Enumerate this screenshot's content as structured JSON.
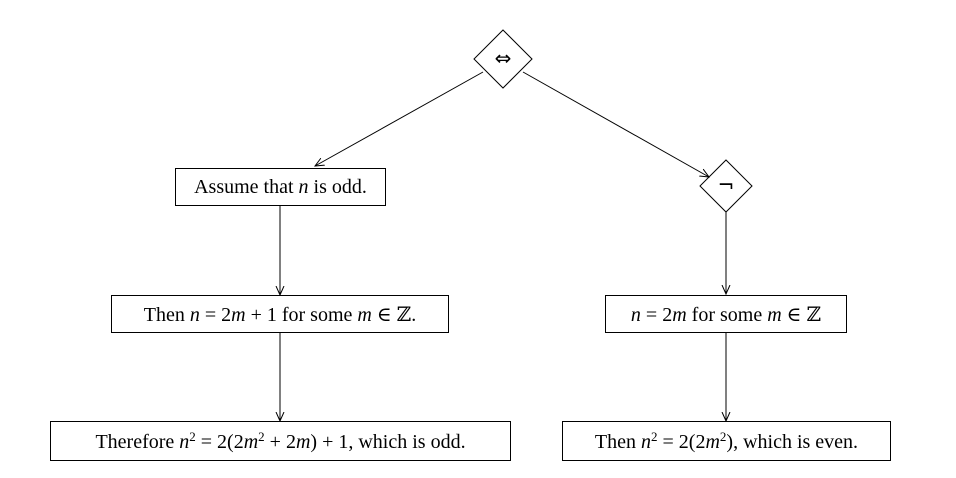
{
  "nodes": {
    "root": {
      "symbol": "⇔"
    },
    "negation": {
      "symbol": "¬"
    },
    "left1": {
      "text": "Assume that n is odd."
    },
    "left2": {
      "text": "Then n = 2m + 1 for some m ∈ ℤ."
    },
    "left3": {
      "text": "Therefore n² = 2(2m² + 2m) + 1, which is odd."
    },
    "right2": {
      "text": "n = 2m for some m ∈ ℤ"
    },
    "right3": {
      "text": "Then n² = 2(2m²), which is even."
    }
  },
  "fragments": {
    "left1": {
      "pre": "Assume that ",
      "var": "n",
      "post": " is odd."
    },
    "left2": {
      "pre": "Then ",
      "var1": "n",
      "mid1": " = 2",
      "var2": "m",
      "mid2": " + 1 for some ",
      "var3": "m",
      "post": " ∈ ℤ."
    },
    "left3": {
      "pre": "Therefore ",
      "var1": "n",
      "sup1": "2",
      "mid1": " = 2(2",
      "var2": "m",
      "sup2": "2",
      "mid2": " + 2",
      "var3": "m",
      "post": ") + 1, which is odd."
    },
    "right2": {
      "var1": "n",
      "mid1": " = 2",
      "var2": "m",
      "mid2": " for some ",
      "var3": "m",
      "post": " ∈ ℤ"
    },
    "right3": {
      "pre": "Then ",
      "var1": "n",
      "sup1": "2",
      "mid1": " = 2(2",
      "var2": "m",
      "sup2": "2",
      "post": "), which is even."
    }
  }
}
